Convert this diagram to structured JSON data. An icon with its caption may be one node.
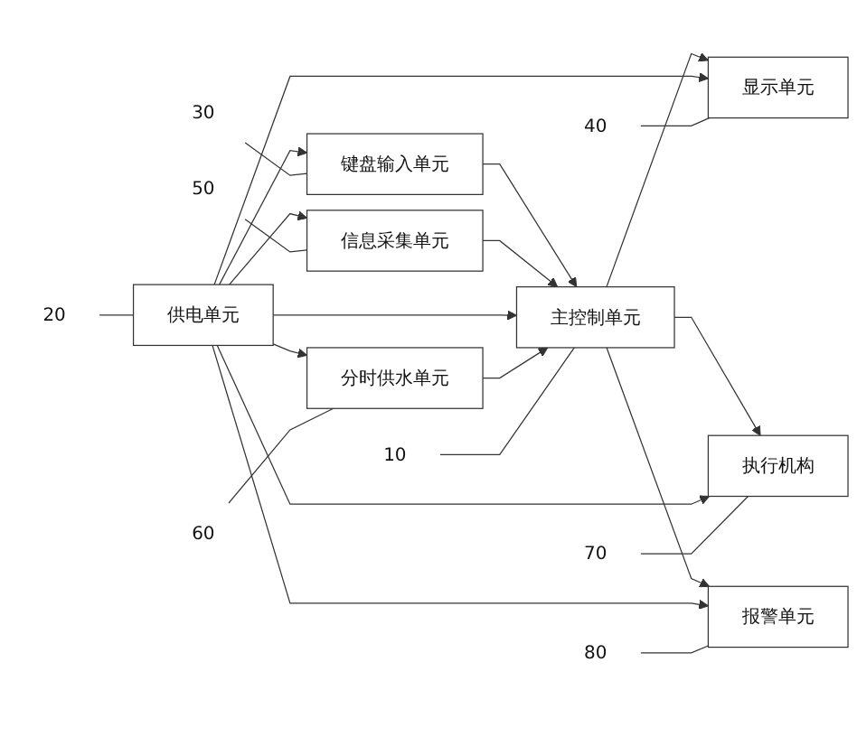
{
  "diagram": {
    "nodes": [
      {
        "text": [
          "30"
        ]
      },
      {
        "text": [
          "键盘输入单元"
        ]
      },
      {
        "text": [
          "40"
        ]
      },
      {
        "text": [
          "显示单元"
        ]
      },
      {
        "text": [
          "50"
        ]
      },
      {
        "text": [
          "信息采集单元"
        ]
      },
      {
        "text": [
          "10"
        ]
      },
      {
        "text": [
          "主控制单元"
        ]
      },
      {
        "text": [
          "20"
        ]
      },
      {
        "text": [
          "供电单元"
        ]
      },
      {
        "text": [
          "分时供水单元"
        ]
      },
      {
        "text": [
          "60"
        ]
      },
      {
        "text": [
          "执行机构"
        ]
      },
      {
        "text": [
          "70"
        ]
      },
      {
        "text": [
          "报警单元"
        ]
      },
      {
        "text": [
          "80"
        ]
      }
    ],
    "edges": [
      {
        "from": 1,
        "to": 7,
        "arrow": "to"
      },
      {
        "from": 7,
        "to": 3,
        "arrow": "to"
      },
      {
        "from": 5,
        "to": 7,
        "arrow": "to"
      },
      {
        "from": 9,
        "to": 7,
        "arrow": "to"
      },
      {
        "from": 10,
        "to": 7,
        "arrow": "to"
      },
      {
        "from": 7,
        "to": 12,
        "arrow": "to"
      },
      {
        "from": 7,
        "to": 14,
        "arrow": "to"
      },
      {
        "from": 9,
        "to": 1,
        "arrow": "to"
      },
      {
        "from": 9,
        "to": 3,
        "arrow": "to"
      },
      {
        "from": 9,
        "to": 5,
        "arrow": "to"
      },
      {
        "from": 9,
        "to": 10,
        "arrow": "to"
      },
      {
        "from": 9,
        "to": 12,
        "arrow": "to"
      },
      {
        "from": 9,
        "to": 14,
        "arrow": "to"
      },
      {
        "from": 0,
        "to": 1,
        "arrow": "none"
      },
      {
        "from": 2,
        "to": 3,
        "arrow": "none"
      },
      {
        "from": 4,
        "to": 5,
        "arrow": "none"
      },
      {
        "from": 6,
        "to": 7,
        "arrow": "none"
      },
      {
        "from": 8,
        "to": 9,
        "arrow": "none"
      },
      {
        "from": 11,
        "to": 10,
        "arrow": "none"
      },
      {
        "from": 13,
        "to": 12,
        "arrow": "none"
      },
      {
        "from": 15,
        "to": 14,
        "arrow": "none"
      }
    ]
  }
}
